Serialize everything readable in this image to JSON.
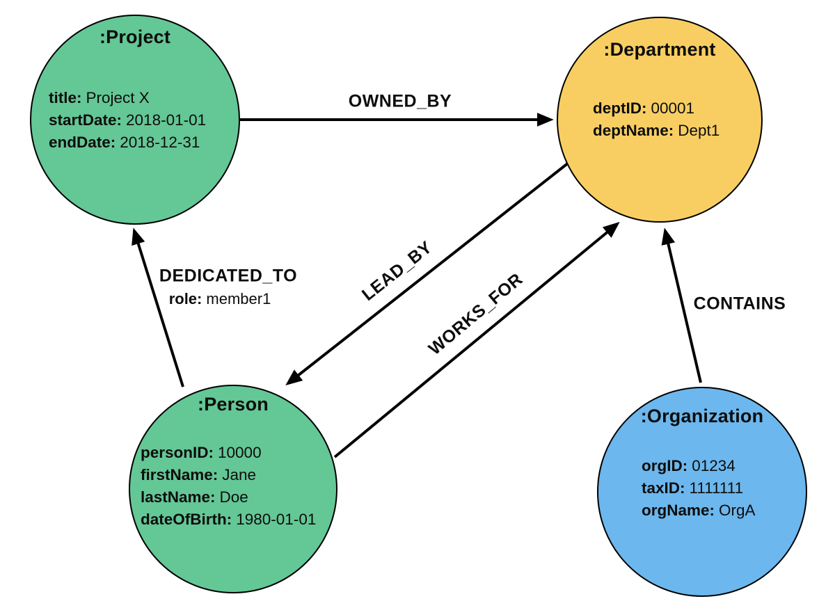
{
  "diagram": {
    "type": "property-graph",
    "nodes": [
      {
        "label": ":Project",
        "color": "#64C796",
        "properties": [
          {
            "key": "title:",
            "value": "Project X"
          },
          {
            "key": "startDate:",
            "value": "2018-01-01"
          },
          {
            "key": "endDate:",
            "value": "2018-12-31"
          }
        ]
      },
      {
        "label": ":Department",
        "color": "#F8CE63",
        "properties": [
          {
            "key": "deptID:",
            "value": "00001"
          },
          {
            "key": "deptName:",
            "value": "Dept1"
          }
        ]
      },
      {
        "label": ":Person",
        "color": "#64C796",
        "properties": [
          {
            "key": "personID:",
            "value": "10000"
          },
          {
            "key": "firstName:",
            "value": "Jane"
          },
          {
            "key": "lastName:",
            "value": "Doe"
          },
          {
            "key": "dateOfBirth:",
            "value": "1980-01-01"
          }
        ]
      },
      {
        "label": ":Organization",
        "color": "#6CB7ED",
        "properties": [
          {
            "key": "orgID:",
            "value": "01234"
          },
          {
            "key": "taxID:",
            "value": "1111111"
          },
          {
            "key": "orgName:",
            "value": "OrgA"
          }
        ]
      }
    ],
    "edges": [
      {
        "label": "OWNED_BY",
        "from": ":Project",
        "to": ":Department"
      },
      {
        "label": "DEDICATED_TO",
        "from": ":Person",
        "to": ":Project",
        "properties": [
          {
            "key": "role:",
            "value": "member1"
          }
        ]
      },
      {
        "label": "LEAD_BY",
        "from": ":Department",
        "to": ":Person"
      },
      {
        "label": "WORKS_FOR",
        "from": ":Person",
        "to": ":Department"
      },
      {
        "label": "CONTAINS",
        "from": ":Organization",
        "to": ":Department"
      }
    ],
    "edge_color": "#000000",
    "background": "#FFFFFF"
  }
}
